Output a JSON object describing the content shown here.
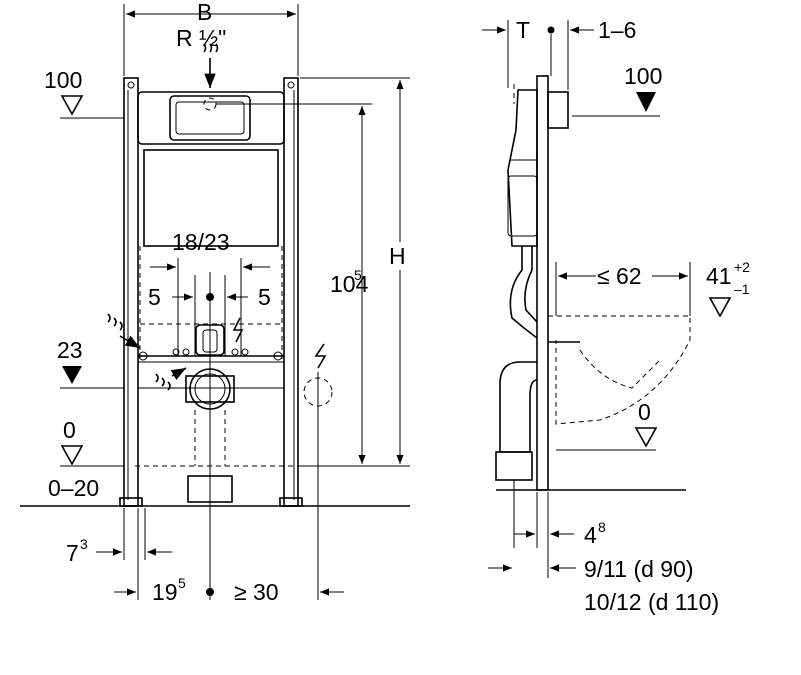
{
  "front_view": {
    "width_label": "B",
    "thread_label": "R ½\"",
    "level_100": "100",
    "level_23": "23",
    "level_0": "0",
    "floor_range": "0–20",
    "spacing_label": "18/23",
    "left_offset": "5",
    "right_offset": "5",
    "height_value": "104",
    "height_sup": "5",
    "height_label": "H",
    "dim_7_main": "7",
    "dim_7_sup": "3",
    "dim_19_main": "19",
    "dim_19_sup": "5",
    "dim_30": "≥ 30"
  },
  "side_view": {
    "depth_label": "T",
    "adjust_range": "1–6",
    "level_100": "100",
    "projection": "≤ 62",
    "seat_height_main": "41",
    "seat_height_sup_top": "+2",
    "seat_height_sup_bottom": "–1",
    "level_0": "0",
    "dim_4_main": "4",
    "dim_4_sup": "8",
    "pipe_d90": "9/11 (d 90)",
    "pipe_d110": "10/12 (d 110)"
  },
  "colors": {
    "line": "#000000",
    "background": "#ffffff"
  }
}
